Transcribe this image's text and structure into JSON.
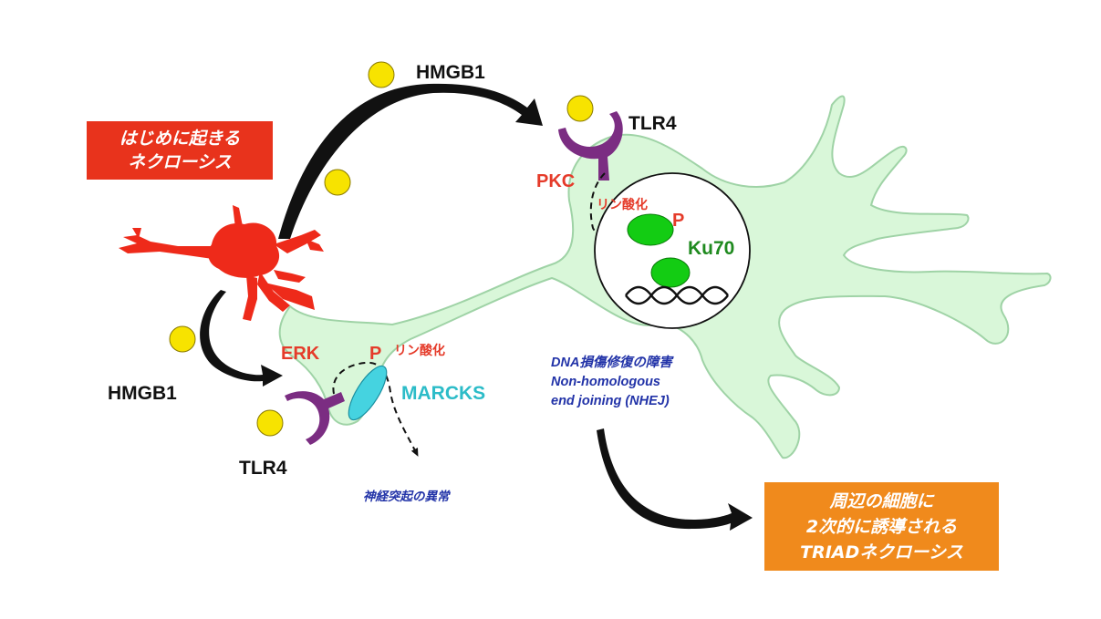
{
  "boxes": {
    "initial_necrosis": {
      "lines": [
        "はじめに起きる",
        "ネクローシス"
      ],
      "color": "#e8331c"
    },
    "secondary_necrosis": {
      "lines": [
        "周辺の細胞に",
        "2次的に誘導される",
        "TRIADネクローシス"
      ],
      "color": "#f08a1c"
    }
  },
  "labels": {
    "hmgb1_top": "HMGB1",
    "hmgb1_left": "HMGB1",
    "tlr4_top": "TLR4",
    "tlr4_bottom": "TLR4",
    "pkc": "PKC",
    "erk": "ERK",
    "phospho_top": "リン酸化",
    "phospho_bottom": "リン酸化",
    "p_top": "P",
    "p_bottom": "P",
    "ku70": "Ku70",
    "marcks": "MARCKS",
    "dna_lines": [
      "DNA損傷修復の障害",
      "Non-homologous",
      "end joining (NHEJ)"
    ],
    "neurite": "神経突起の異常"
  },
  "colors": {
    "cell_fill": "#d9f7d9",
    "cell_stroke": "#9fd3a6",
    "necrotic_cell": "#ee2a1a",
    "hmgb1": "#f7e300",
    "tlr4": "#7b2d82",
    "ku70": "#13cc13",
    "marcks": "#45d3e0"
  }
}
